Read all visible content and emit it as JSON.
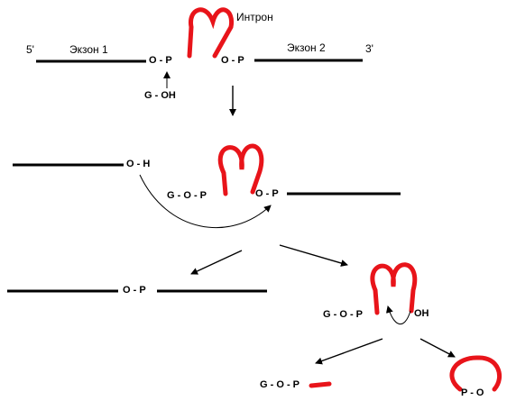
{
  "labels": {
    "intron": "Интрон",
    "exon1": "Экзон 1",
    "exon2": "Экзон 2",
    "five_prime": "5'",
    "three_prime": "3'"
  },
  "groups": {
    "o_p": "O - P",
    "g_oh": "G - OH",
    "o_h": "O - H",
    "g_o_p": "G - O - P",
    "oh": "OH",
    "p_o": "P - O"
  },
  "colors": {
    "intron": "#e8141a",
    "exon": "#000000"
  }
}
